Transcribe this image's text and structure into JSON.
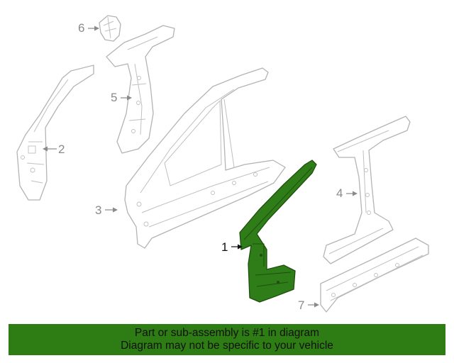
{
  "banner": {
    "line1": "Part or sub-assembly is #1 in diagram",
    "line2": "Diagram may not be specific to your vehicle"
  },
  "callouts": [
    "1",
    "2",
    "3",
    "4",
    "5",
    "6",
    "7"
  ],
  "highlighted_part": "1",
  "colors": {
    "highlight": "#2f7d18",
    "banner": "#2e7d14",
    "line_art": "#b4b4b4"
  }
}
